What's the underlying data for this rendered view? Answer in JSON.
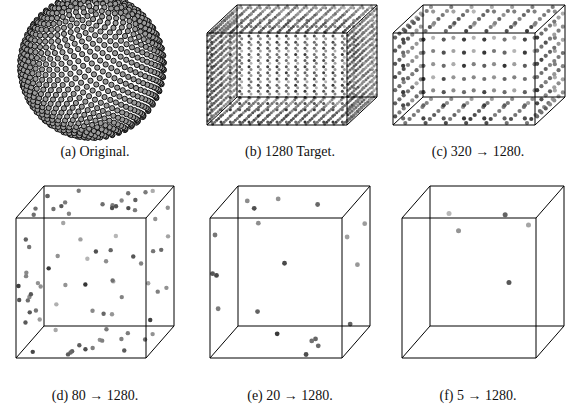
{
  "diagram": {
    "labels": [
      "(a) Original.",
      "(b) 1280 Target.",
      "(c) 320 → 1280.",
      "(d) 80 → 1280.",
      "(e) 20 → 1280.",
      "(f) 5 → 1280."
    ]
  }
}
